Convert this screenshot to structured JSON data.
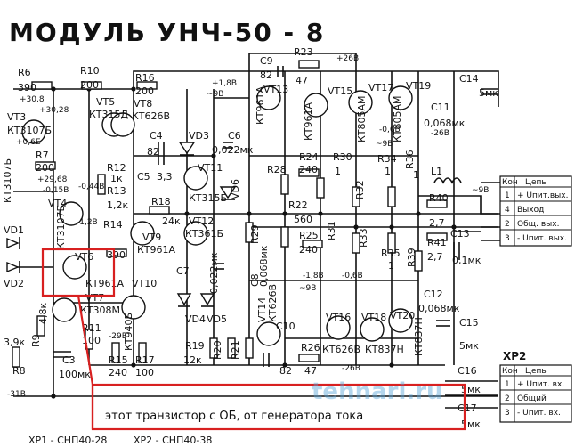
{
  "title": "МОДУЛЬ   УНЧ-50 - 8",
  "annotation": "этот транзистор с ОБ, от генератора тока",
  "watermark": "tehnari.ru",
  "connectors": {
    "xp1": "XP1 - СНП40-28",
    "xp2": "XP2 - СНП40-38",
    "xp2_label": "XP2"
  },
  "table1": {
    "header": [
      "Кон",
      "Цепь"
    ],
    "rows": [
      [
        "1",
        "+ Uпит.вых."
      ],
      [
        "4",
        "Выход"
      ],
      [
        "2",
        "Общ. вых."
      ],
      [
        "3",
        "- Uпит. вых."
      ]
    ]
  },
  "table2": {
    "header": [
      "Кон",
      "Цепь"
    ],
    "rows": [
      [
        "1",
        "+ Uпит. вх."
      ],
      [
        "2",
        "Общий"
      ],
      [
        "3",
        "- Uпит. вх."
      ]
    ]
  },
  "labels": {
    "r6": "R6",
    "r6v": "390",
    "r10": "R10",
    "r10v": "200",
    "r16": "R16",
    "r16v": "200",
    "vt3": "VT3",
    "vt3t": "КТ3107Б",
    "vt5": "VT5",
    "vt5t": "КТ315Д",
    "vt8": "VT8",
    "vt8t": "КТ626В",
    "c4": "C4",
    "c4v": "82",
    "c9": "C9",
    "c9v": "82",
    "r23": "R23",
    "r23v": "47",
    "vt13": "VT13",
    "vt13t": "КТ961А",
    "vt15": "VT15",
    "vt15t": "КТ961А",
    "vt17": "VT17",
    "vt17t": "КТ805АМ",
    "vt19": "VT19",
    "vt19t": "КТ805АМ",
    "c14": "C14",
    "c14v": "5мк",
    "c11": "C11",
    "c11v": "0,068мк",
    "vd3": "VD3",
    "c6": "C6",
    "c6v": "0,022мк",
    "vt11": "VT11",
    "vt11t": "КТ315Б",
    "vd6": "VD6",
    "r7": "R7",
    "r7v": "200",
    "r12": "R12",
    "r12v": "1к",
    "r13": "R13",
    "r13v": "1,2к",
    "c5": "C5",
    "c5v": "3,3",
    "r18": "R18",
    "r18v": "24к",
    "vt4": "VT4",
    "vt4t": "КТ3107Б",
    "r14": "R14",
    "r14v": "390",
    "vt9": "VT9",
    "vt9t": "КТ961А",
    "vt12": "VT12",
    "vt12t": "КТ361Б",
    "c7": "C7",
    "c7v": "0,022мк",
    "vd4": "VD4",
    "vd5": "VD5",
    "vt6": "VT6",
    "vt6t": "КТ961А",
    "vt7": "VT7",
    "vt7t": "КТ308М",
    "vt10": "VT10",
    "vt10t": "КТ940Б",
    "vd1": "VD1",
    "vd2": "VD2",
    "vt1t": "КТ3107Б",
    "r9": "R9",
    "r9v": "4,8к",
    "r11": "R11",
    "r11v": "100",
    "c3": "C3",
    "c3v": "100мк",
    "r8": "R8",
    "r8v": "3,9к",
    "r15": "R15",
    "r15v": "240",
    "r17": "R17",
    "r17v": "100",
    "r19": "R19",
    "r19v": "12к",
    "r20": "R20",
    "r21": "R21",
    "r26": "R26",
    "r26v": "47",
    "c10": "C10",
    "c10v": "82",
    "vt14": "VT14",
    "vt14t": "КТ626В",
    "vt16": "VT16",
    "vt16t": "КТ626В",
    "vt18": "VT18",
    "vt18t": "КТ837Н",
    "vt20": "VT20",
    "vt20t": "КТ837Н",
    "r24": "R24",
    "r24v": "240",
    "r28": "R28",
    "r22": "R22",
    "r22v": "560",
    "r25": "R25",
    "r25v": "240",
    "r29": "R29",
    "r30": "R30",
    "r30v": "1",
    "r31": "R31",
    "r32": "R32",
    "r33": "R33",
    "r34": "R34",
    "r34v": "1",
    "r35": "R35",
    "r35v": "1",
    "r36": "R36",
    "r36v": "1",
    "r39": "R39",
    "l1": "L1",
    "r40": "R40",
    "r40v": "2,7",
    "r41": "R41",
    "r41v": "2,7",
    "c13": "C13",
    "c13v": "0,1мк",
    "c12": "C12",
    "c12v": "0,068мк",
    "c15": "C15",
    "c15v": "5мк",
    "c16": "C16",
    "c16v": "5мк",
    "c17": "C17",
    "c17v": "5мк",
    "c8": "C8",
    "c8v": "0,068мк",
    "v1": "+30,8",
    "v2": "+30,28",
    "v3": "+0,6Б",
    "v4": "+29,68",
    "v5": "-0,15В",
    "v6": "-0,44В",
    "v7": "-1,2В",
    "v8": "+1,8В",
    "v9": "~9В",
    "v10": "-26В",
    "v11": "+26В",
    "v12": "-0,6В",
    "v13": "~9В",
    "v14": "-31В",
    "v15": "~9В",
    "v16": "-29В",
    "v17": "-1,8В",
    "v18": "~9В",
    "v19": "-0,6В",
    "v20": "-26В"
  },
  "colors": {
    "ink": "#111111",
    "highlight": "#d82020",
    "watermark": "#5aa6d8"
  }
}
